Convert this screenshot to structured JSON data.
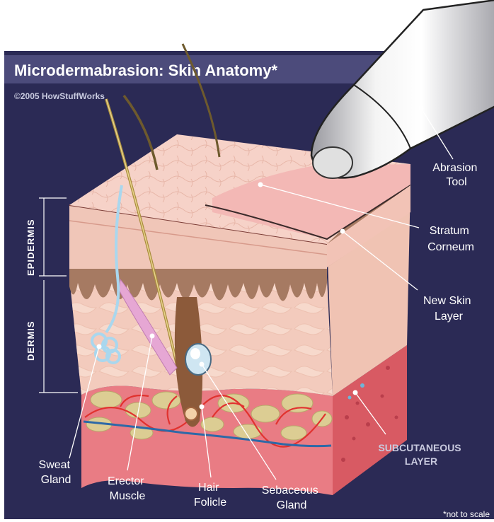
{
  "title": "Microdermabrasion: Skin Anatomy*",
  "copyright": "©2005 HowStuffWorks",
  "vertical_labels": {
    "epidermis": "EPIDERMIS",
    "dermis": "DERMIS"
  },
  "labels": {
    "abrasion_tool": [
      "Abrasion",
      "Tool"
    ],
    "stratum_corneum": [
      "Stratum",
      "Corneum"
    ],
    "new_skin_layer": [
      "New Skin",
      "Layer"
    ],
    "subcutaneous_layer": [
      "SUBCUTANEOUS",
      "LAYER"
    ],
    "sweat_gland": [
      "Sweat",
      "Gland"
    ],
    "erector_muscle": [
      "Erector",
      "Muscle"
    ],
    "hair_folicle": [
      "Hair",
      "Folicle"
    ],
    "sebaceous_gland": [
      "Sebaceous",
      "Gland"
    ]
  },
  "footnote": "*not to scale",
  "colors": {
    "background": "#2b2a55",
    "title_bar": "#4c4b7b",
    "epidermis_surface": "#f6d2c8",
    "dermis": "#f3cbbd",
    "dermis_papillae": "#a67a62",
    "subcutaneous": "#e97c84",
    "fat": "#dccd93",
    "blood_vessel": "#e1322f",
    "vein": "#2d69a7"
  }
}
